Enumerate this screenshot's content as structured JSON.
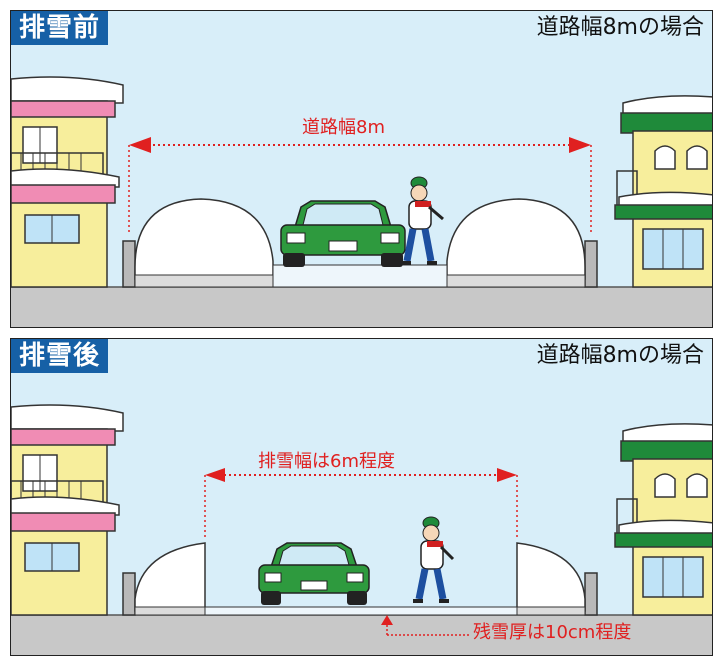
{
  "panels": {
    "before": {
      "badge": "排雪前",
      "case": "道路幅8mの場合",
      "width_label": "道路幅8m"
    },
    "after": {
      "badge": "排雪後",
      "case": "道路幅8mの場合",
      "width_label": "排雪幅は6m程度",
      "residual_label": "残雪厚は10cm程度"
    }
  },
  "colors": {
    "badge_bg": "#1660a6",
    "sky": "#d8eef9",
    "road": "#c8c8c8",
    "arrow_red": "#e02020",
    "car_green": "#2e9a3e",
    "house_pink": "#f08cb4",
    "house_yellow": "#f7ee9c",
    "roof_green": "#1f8a3a"
  },
  "icons": [
    "left-house-icon",
    "right-house-icon",
    "car-icon",
    "pedestrian-icon",
    "snow-mound-icon",
    "double-arrow-icon"
  ]
}
